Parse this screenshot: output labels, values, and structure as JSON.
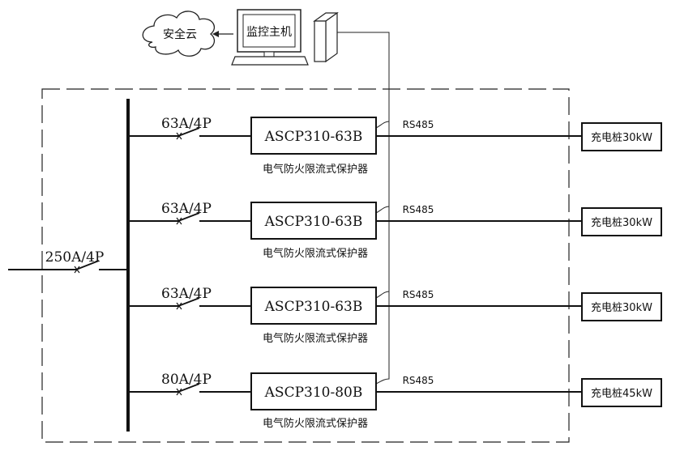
{
  "cloud": {
    "label": "安全云"
  },
  "host": {
    "label": "监控主机"
  },
  "main_breaker": {
    "label": "250A/4P"
  },
  "branches": [
    {
      "breaker": "63A/4P",
      "device": "ASCP310-63B",
      "device_caption": "电气防火限流式保护器",
      "comm": "RS485",
      "charger": "充电桩30kW"
    },
    {
      "breaker": "63A/4P",
      "device": "ASCP310-63B",
      "device_caption": "电气防火限流式保护器",
      "comm": "RS485",
      "charger": "充电桩30kW"
    },
    {
      "breaker": "63A/4P",
      "device": "ASCP310-63B",
      "device_caption": "电气防火限流式保护器",
      "comm": "RS485",
      "charger": "充电桩30kW"
    },
    {
      "breaker": "80A/4P",
      "device": "ASCP310-80B",
      "device_caption": "电气防火限流式保护器",
      "comm": "RS485",
      "charger": "充电桩45kW"
    }
  ]
}
